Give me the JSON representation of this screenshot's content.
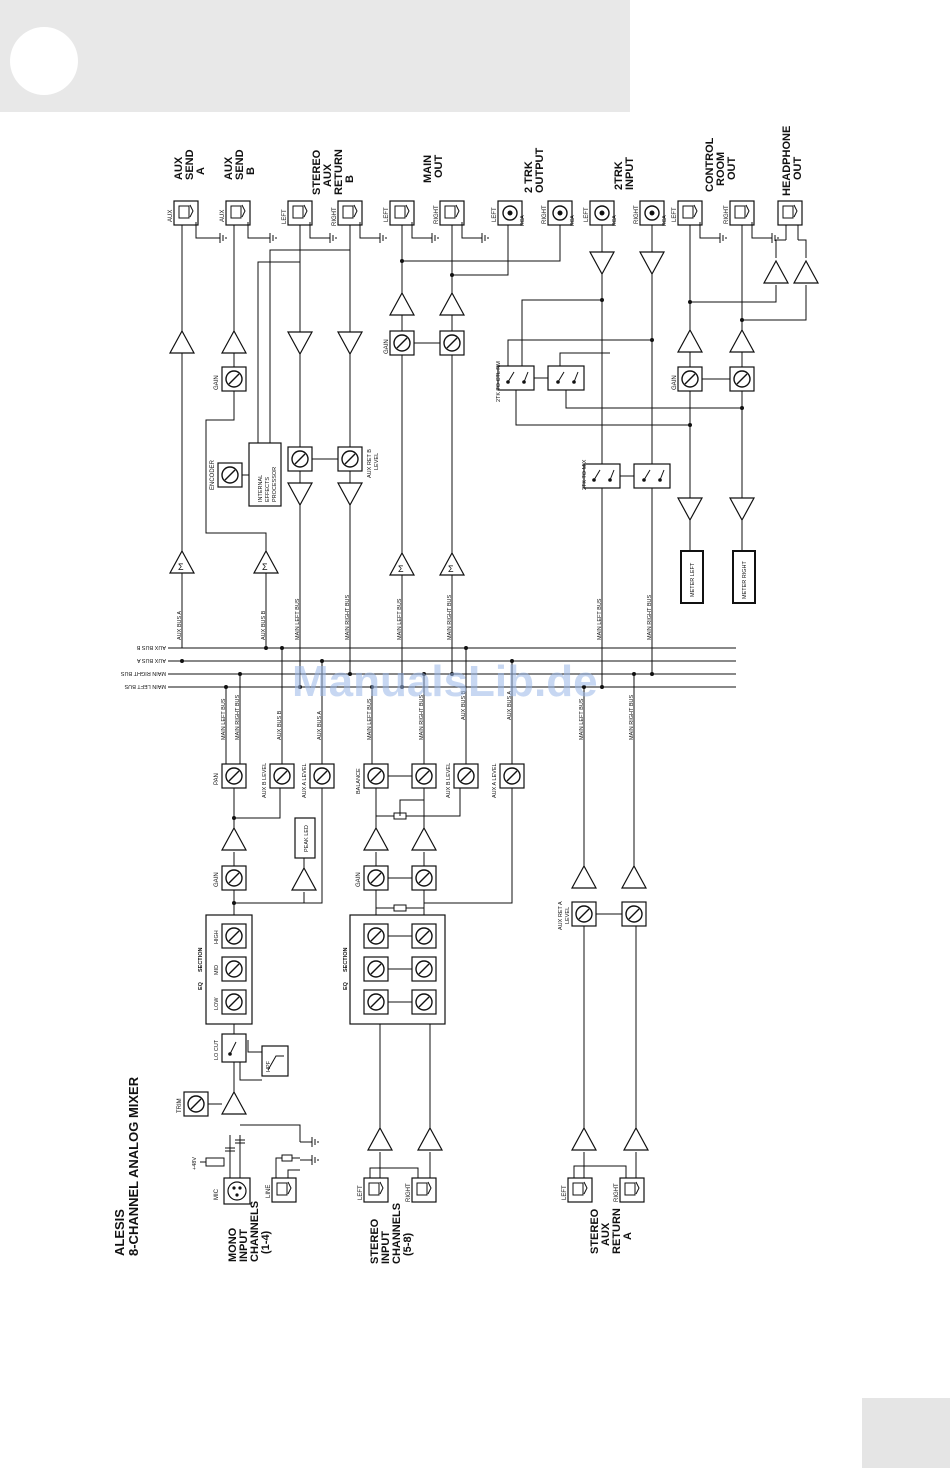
{
  "title": {
    "brand": "ALESIS",
    "product": "8-CHANNEL ANALOG MIXER"
  },
  "watermark": "ManualsLib.de",
  "outputs": {
    "aux_send_a": [
      "AUX",
      "SEND",
      "A"
    ],
    "aux_send_b": [
      "AUX",
      "SEND",
      "B"
    ],
    "stereo_aux_return_b": [
      "STEREO",
      "AUX",
      "RETURN",
      "B"
    ],
    "main_out": [
      "MAIN",
      "OUT"
    ],
    "two_trk_output": [
      "2 TRK",
      "OUTPUT"
    ],
    "two_trk_input": [
      "2TRK",
      "INPUT"
    ],
    "control_room_out": [
      "CONTROL",
      "ROOM",
      "OUT"
    ],
    "headphone_out": [
      "HEADPHONE",
      "OUT"
    ]
  },
  "inputs": {
    "mono": [
      "MONO",
      "INPUT",
      "CHANNELS",
      "(1-4)"
    ],
    "stereo": [
      "STEREO",
      "INPUT",
      "CHANNELS",
      "(5-8)"
    ],
    "stereo_aux_return_a": [
      "STEREO",
      "AUX",
      "RETURN",
      "A"
    ]
  },
  "labels": {
    "aux": "AUX",
    "left": "LEFT",
    "right": "RIGHT",
    "gain": "GAIN",
    "encoder": "ENCODER",
    "effects_processor": [
      "INTERNAL",
      "EFFECTS",
      "PROCESSOR"
    ],
    "aux_ret_b_level": [
      "AUX RET B",
      "LEVEL"
    ],
    "aux_ret_a_level": [
      "AUX RET A",
      "LEVEL"
    ],
    "twotk_to_ctl_rm": "2TK TO CTL RM",
    "twotk_to_mix": "2TK TO MIX",
    "meter_left": "METER LEFT",
    "meter_right": "METER RIGHT",
    "sigma": "Σ",
    "pan": "PAN",
    "balance": "BALANCE",
    "aux_b_level": "AUX B LEVEL",
    "aux_a_level": "AUX A LEVEL",
    "peak_led": "PEAK LED",
    "eq": "EQ",
    "section": "SECTION",
    "high": "HIGH",
    "mid": "MID",
    "low": "LOW",
    "lo_cut": "LO CUT",
    "hpf": "HPF",
    "trim": "TRIM",
    "phantom": "+48V",
    "mic": "MIC",
    "line": "LINE",
    "rca": "RCA"
  },
  "buses": {
    "aux_bus_b": "AUX BUS B",
    "aux_bus_a": "AUX BUS A",
    "main_right_bus": "MAIN RIGHT BUS",
    "main_left_bus": "MAIN LEFT BUS",
    "aux_bus_a_vert": "AUX BUS A",
    "aux_bus_b_vert": "AUX BUS B",
    "main_left_bus_vert": "MAIN LEFT BUS",
    "main_right_bus_vert": "MAIN RIGHT BUS"
  }
}
